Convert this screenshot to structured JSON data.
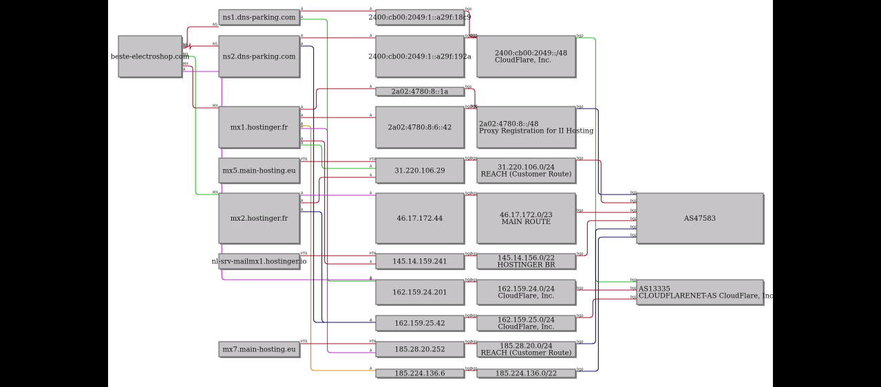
{
  "colors": {
    "node_fill": "#c6c4c6",
    "red": "#a0102a",
    "green": "#28b428",
    "navy": "#10105a",
    "purple": "#b030c0",
    "orange": "#d08810"
  },
  "nodes": {
    "domain": {
      "label": [
        "beste-electroshop.com"
      ]
    },
    "ns1": {
      "label": [
        "ns1.dns-parking.com"
      ]
    },
    "ns2": {
      "label": [
        "ns2.dns-parking.com"
      ]
    },
    "mx1": {
      "label": [
        "mx1.hostinger.fr"
      ]
    },
    "mx5": {
      "label": [
        "mx5.main-hosting.eu"
      ]
    },
    "mx2": {
      "label": [
        "mx2.hostinger.fr"
      ]
    },
    "nlsrv": {
      "label": [
        "nl-srv-mailmx1.hostinger.io"
      ]
    },
    "mx7": {
      "label": [
        "mx7.main-hosting.eu"
      ]
    },
    "ip6a": {
      "label": [
        "2400:cb00:2049:1::a29f:18c9"
      ]
    },
    "ip6b": {
      "label": [
        "2400:cb00:2049:1::a29f:192a"
      ]
    },
    "ip6c": {
      "label": [
        "2a02:4780:8::1a"
      ]
    },
    "ip6d": {
      "label": [
        "2a02:4780:8:6::42"
      ]
    },
    "ip_31": {
      "label": [
        "31.220.106.29"
      ]
    },
    "ip_46": {
      "label": [
        "46.17.172.44"
      ]
    },
    "ip_145": {
      "label": [
        "145.14.159.241"
      ]
    },
    "ip_162a": {
      "label": [
        "162.159.24.201"
      ]
    },
    "ip_162b": {
      "label": [
        "162.159.25.42"
      ]
    },
    "ip_185a": {
      "label": [
        "185.28.20.252"
      ]
    },
    "ip_185b": {
      "label": [
        "185.224.136.6"
      ]
    },
    "pfx_2400": {
      "label": [
        "2400:cb00:2049::/48",
        "CloudFlare, Inc."
      ]
    },
    "pfx_2a02": {
      "label": [
        "2a02:4780:8::/48",
        "Proxy Registration for II Hosting"
      ]
    },
    "pfx_31": {
      "label": [
        "31.220.106.0/24",
        "REACH (Customer Route)"
      ]
    },
    "pfx_46": {
      "label": [
        "46.17.172.0/23",
        "MAIN ROUTE"
      ]
    },
    "pfx_145": {
      "label": [
        "145.14.156.0/22",
        "HOSTINGER BR"
      ]
    },
    "pfx_162a": {
      "label": [
        "162.159.24.0/24",
        "CloudFlare, Inc."
      ]
    },
    "pfx_162b": {
      "label": [
        "162.159.25.0/24",
        "CloudFlare, Inc."
      ]
    },
    "pfx_185a": {
      "label": [
        "185.28.20.0/24",
        "REACH (Customer Route)"
      ]
    },
    "pfx_185b": {
      "label": [
        "185.224.136.0/22"
      ]
    },
    "as47583": {
      "label": [
        "AS47583"
      ]
    },
    "as13335": {
      "label": [
        "AS13335",
        "CLOUDFLARENET-AS CloudFlare, Inc."
      ]
    }
  },
  "edge_labels": {
    "ns": "NS",
    "mx": "MX",
    "a": "A",
    "ptr": "PTR",
    "bgp": "bgp"
  }
}
